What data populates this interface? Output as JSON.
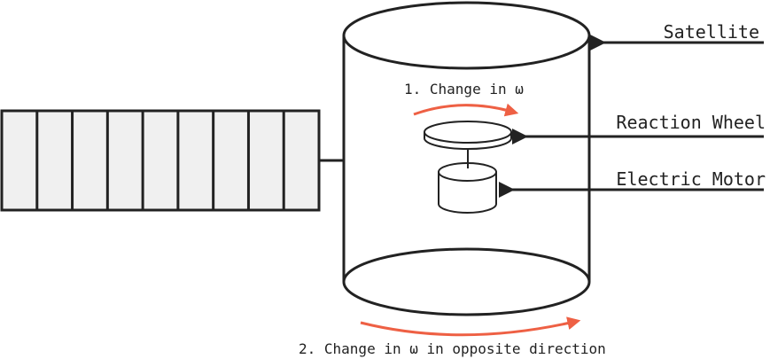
{
  "labels": {
    "satellite": "Satellite",
    "reaction_wheel": "Reaction Wheel",
    "electric_motor": "Electric Motor",
    "change_omega": "1. Change in ω",
    "change_omega_opposite": "2. Change in ω in opposite direction"
  },
  "colors": {
    "line": "#222222",
    "rotation_arrow": "#ee6044",
    "panel_fill": "#f0f0f0"
  },
  "solar_panel": {
    "cell_count": 9
  }
}
